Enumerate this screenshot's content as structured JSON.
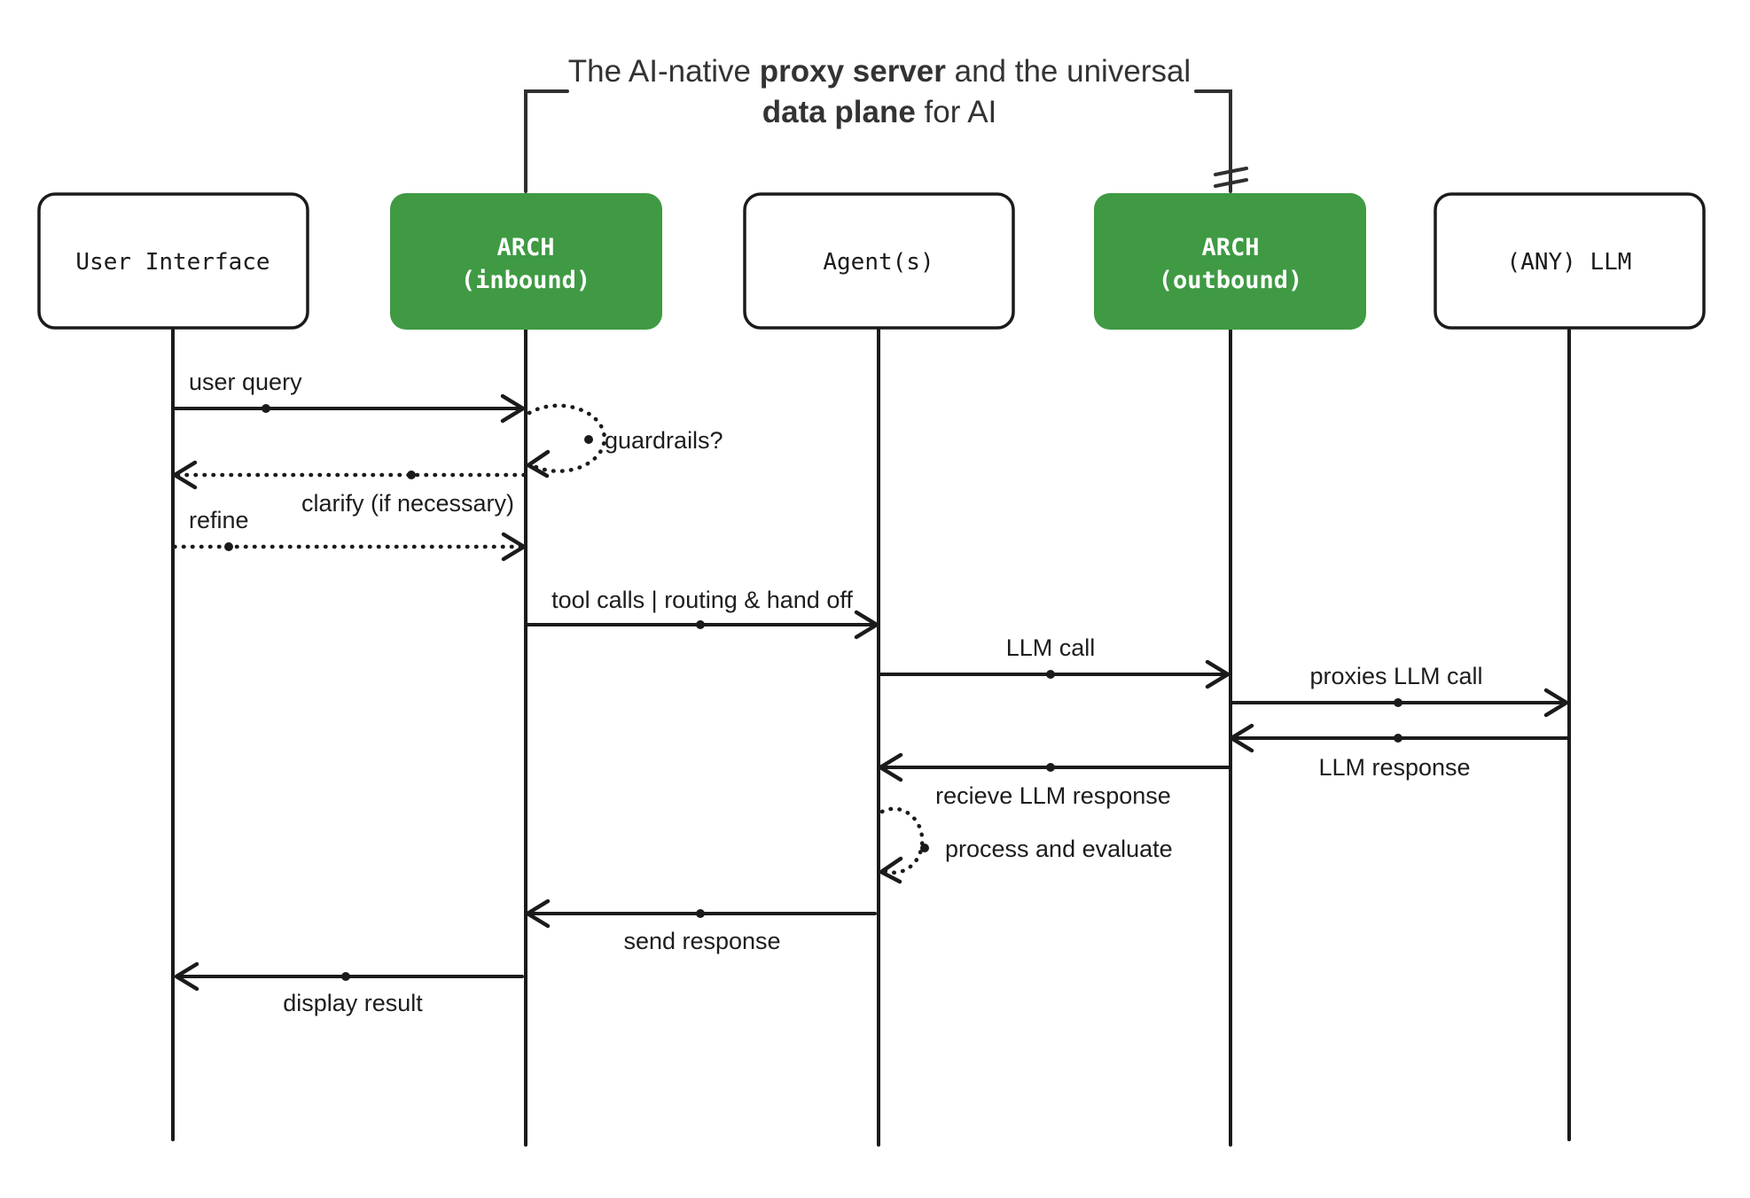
{
  "title": {
    "l1a": "The AI-native ",
    "l1b": "proxy server",
    "l1c": " and the universal",
    "l2a": "data plane",
    "l2b": " for AI"
  },
  "colors": {
    "green": "#3f9a43",
    "line": "#1b1b1b",
    "title_text": "#333333",
    "label_text": "#1d1d1d",
    "box_text_white": "#ffffff"
  },
  "participants": [
    {
      "id": "user-interface",
      "label": "User Interface",
      "variant": "plain"
    },
    {
      "id": "arch-inbound",
      "label_line1": "ARCH",
      "label_line2": "(inbound)",
      "variant": "green"
    },
    {
      "id": "agents",
      "label": "Agent(s)",
      "variant": "plain"
    },
    {
      "id": "arch-outbound",
      "label_line1": "ARCH",
      "label_line2": "(outbound)",
      "variant": "green"
    },
    {
      "id": "any-llm",
      "label": "(ANY) LLM",
      "variant": "plain"
    }
  ],
  "messages": [
    {
      "label": "user query",
      "from": "user-interface",
      "to": "arch-inbound",
      "style": "solid"
    },
    {
      "label": "guardrails?",
      "on": "arch-inbound",
      "type": "self-loop",
      "style": "dotted"
    },
    {
      "label": "clarify (if necessary)",
      "from": "arch-inbound",
      "to": "user-interface",
      "style": "dotted"
    },
    {
      "label": "refine",
      "from": "user-interface",
      "to": "arch-inbound",
      "style": "dotted"
    },
    {
      "label": "tool calls | routing & hand off",
      "from": "arch-inbound",
      "to": "agents",
      "style": "solid"
    },
    {
      "label": "LLM call",
      "from": "agents",
      "to": "arch-outbound",
      "style": "solid"
    },
    {
      "label": "proxies LLM call",
      "from": "arch-outbound",
      "to": "any-llm",
      "style": "solid"
    },
    {
      "label": "LLM response",
      "from": "any-llm",
      "to": "arch-outbound",
      "style": "solid"
    },
    {
      "label": "recieve LLM response",
      "from": "arch-outbound",
      "to": "agents",
      "style": "solid"
    },
    {
      "label": "process and evaluate",
      "on": "agents",
      "type": "self-loop",
      "style": "dotted"
    },
    {
      "label": "send response",
      "from": "agents",
      "to": "arch-inbound",
      "style": "solid"
    },
    {
      "label": "display result",
      "from": "arch-inbound",
      "to": "user-interface",
      "style": "solid"
    }
  ]
}
